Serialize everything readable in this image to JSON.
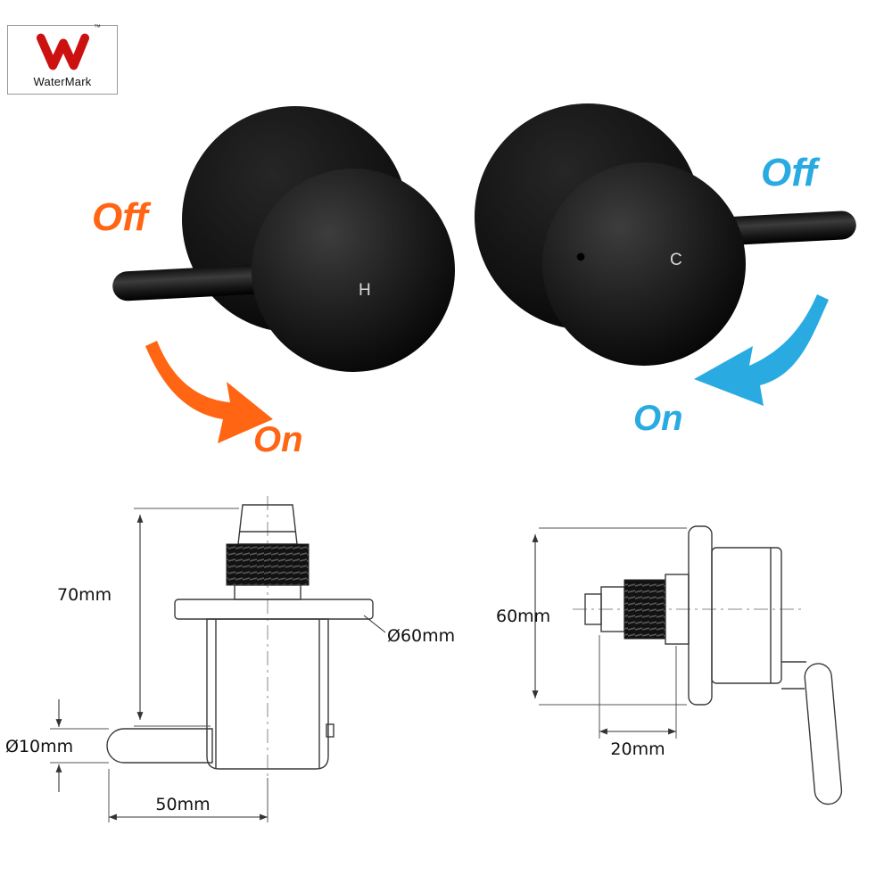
{
  "certification": {
    "name": "WaterMark",
    "trademark": "™",
    "logo_color": "#cc1111"
  },
  "hot_valve": {
    "knob_label": "H",
    "off_label": "Off",
    "on_label": "On",
    "accent_color": "#ff6512"
  },
  "cold_valve": {
    "knob_label": "C",
    "off_label": "Off",
    "on_label": "On",
    "accent_color": "#29abe2"
  },
  "front_view": {
    "height": "70mm",
    "flange_diameter": "Ø60mm",
    "handle_diameter": "Ø10mm",
    "handle_length": "50mm"
  },
  "side_view": {
    "height": "60mm",
    "depth": "20mm"
  }
}
